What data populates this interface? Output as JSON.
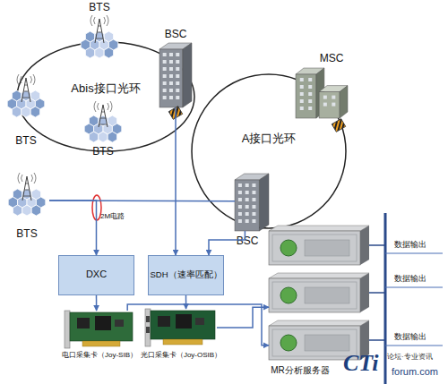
{
  "diagram": {
    "nodes": [
      {
        "text": [
          "BTS"
        ]
      },
      {
        "text": [
          "BSC"
        ]
      },
      {
        "text": [
          "MSC"
        ]
      },
      {
        "text": [
          "Abis接口光环"
        ]
      },
      {
        "text": [
          "BTS"
        ]
      },
      {
        "text": [
          "BTS"
        ]
      },
      {
        "text": [
          "A接口光环"
        ]
      },
      {
        "text": [
          "BTS"
        ]
      },
      {
        "text": [
          "BSC"
        ]
      },
      {
        "text": [
          "DXC"
        ]
      },
      {
        "text": [
          "SDH（速率匹配）"
        ]
      },
      {
        "text": [
          "电口采集卡（Joy-SIB）"
        ]
      },
      {
        "text": [
          "光口采集卡（Joy-OSIB）"
        ]
      },
      {
        "text": [
          "MR分析服务器"
        ]
      }
    ],
    "edges": [
      {
        "from": 7,
        "to": 8,
        "arrow": "none",
        "label": "2M电路"
      },
      {
        "from": 7,
        "to": 9,
        "arrow": "to"
      },
      {
        "from": 1,
        "to": 10,
        "arrow": "to"
      },
      {
        "from": 8,
        "to": 10,
        "arrow": "to"
      },
      {
        "from": 9,
        "to": 11,
        "arrow": "to"
      },
      {
        "from": 10,
        "to": 12,
        "arrow": "to"
      },
      {
        "from": 11,
        "to": 13,
        "arrow": "to"
      },
      {
        "from": 12,
        "to": 13,
        "arrow": "to"
      }
    ],
    "labels": [
      "数据输出",
      "数据输出",
      "数据输出",
      "CTi",
      "论坛·专业资讯",
      "forum.com"
    ]
  }
}
